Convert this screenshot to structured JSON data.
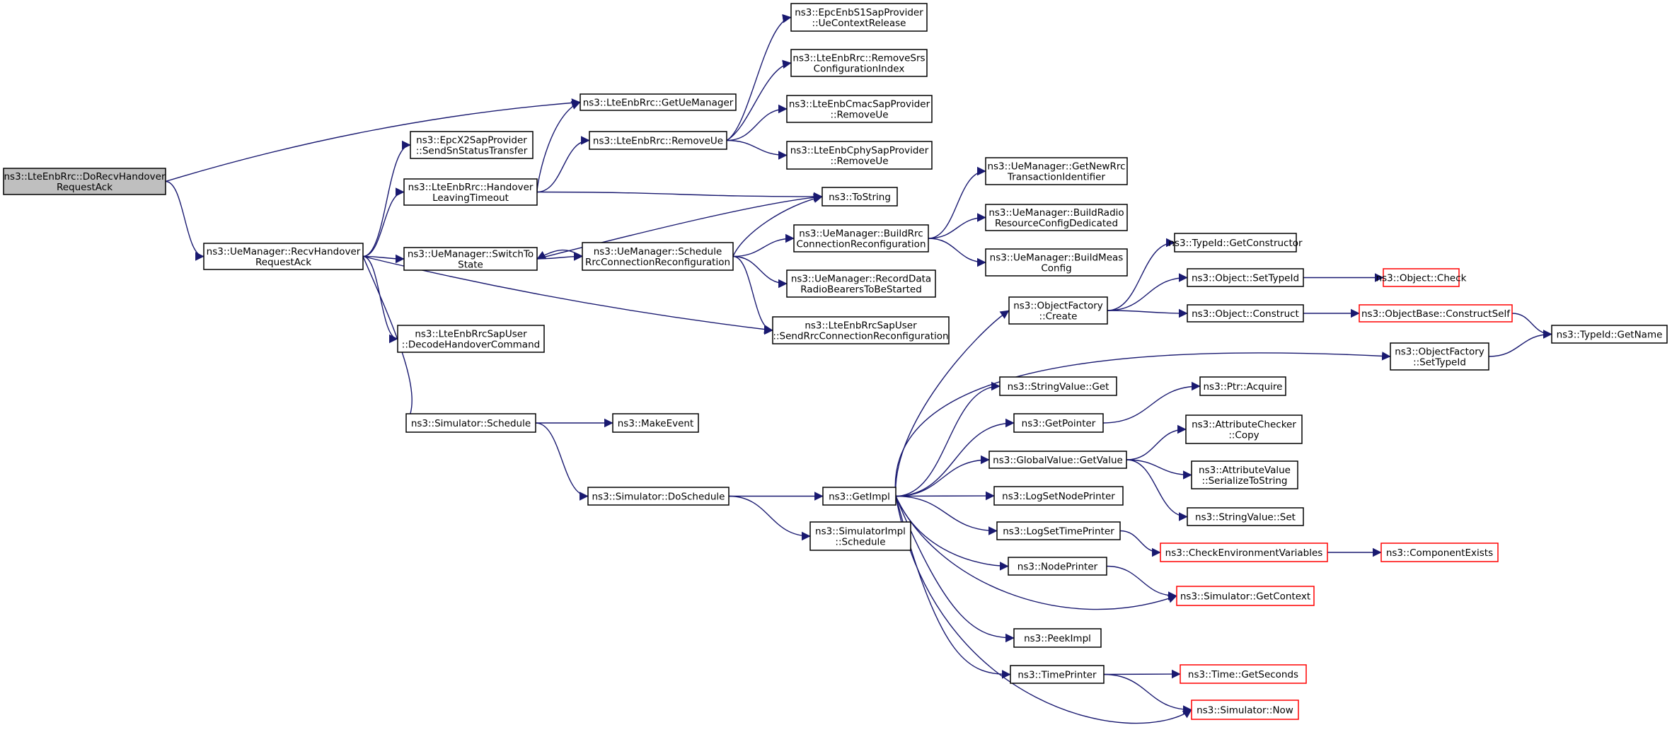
{
  "diagram": {
    "type": "call-graph",
    "colors": {
      "edge": "#191970",
      "root_fill": "#bfbfbf",
      "node_fill": "#ffffff",
      "node_border": "#000000",
      "truncated_border": "#ff0000"
    },
    "nodes": [
      {
        "id": "root",
        "lines": [
          "ns3::LteEnbRrc::DoRecvHandover",
          "RequestAck"
        ],
        "root": true
      },
      {
        "id": "recvHandover",
        "lines": [
          "ns3::UeManager::RecvHandover",
          "RequestAck"
        ]
      },
      {
        "id": "getUeManager",
        "lines": [
          "ns3::LteEnbRrc::GetUeManager"
        ]
      },
      {
        "id": "sendSn",
        "lines": [
          "ns3::EpcX2SapProvider",
          "::SendSnStatusTransfer"
        ]
      },
      {
        "id": "handoverLeaving",
        "lines": [
          "ns3::LteEnbRrc::Handover",
          "LeavingTimeout"
        ]
      },
      {
        "id": "switchToState",
        "lines": [
          "ns3::UeManager::SwitchTo",
          "State"
        ]
      },
      {
        "id": "decodeHandover",
        "lines": [
          "ns3::LteEnbRrcSapUser",
          "::DecodeHandoverCommand"
        ]
      },
      {
        "id": "simSchedule",
        "lines": [
          "ns3::Simulator::Schedule"
        ]
      },
      {
        "id": "removeUe",
        "lines": [
          "ns3::LteEnbRrc::RemoveUe"
        ]
      },
      {
        "id": "ueCtxRelease",
        "lines": [
          "ns3::EpcEnbS1SapProvider",
          "::UeContextRelease"
        ]
      },
      {
        "id": "removeSrs",
        "lines": [
          "ns3::LteEnbRrc::RemoveSrs",
          "ConfigurationIndex"
        ]
      },
      {
        "id": "cmacRemove",
        "lines": [
          "ns3::LteEnbCmacSapProvider",
          "::RemoveUe"
        ]
      },
      {
        "id": "cphyRemove",
        "lines": [
          "ns3::LteEnbCphySapProvider",
          "::RemoveUe"
        ]
      },
      {
        "id": "toString",
        "lines": [
          "ns3::ToString"
        ]
      },
      {
        "id": "scheduleRrc",
        "lines": [
          "ns3::UeManager::Schedule",
          "RrcConnectionReconfiguration"
        ]
      },
      {
        "id": "buildRrc",
        "lines": [
          "ns3::UeManager::BuildRrc",
          "ConnectionReconfiguration"
        ]
      },
      {
        "id": "recordData",
        "lines": [
          "ns3::UeManager::RecordData",
          "RadioBearersToBeStarted"
        ]
      },
      {
        "id": "sendRrc",
        "lines": [
          "ns3::LteEnbRrcSapUser",
          "::SendRrcConnectionReconfiguration"
        ]
      },
      {
        "id": "getNewRrc",
        "lines": [
          "ns3::UeManager::GetNewRrc",
          "TransactionIdentifier"
        ]
      },
      {
        "id": "buildRadio",
        "lines": [
          "ns3::UeManager::BuildRadio",
          "ResourceConfigDedicated"
        ]
      },
      {
        "id": "buildMeas",
        "lines": [
          "ns3::UeManager::BuildMeas",
          "Config"
        ]
      },
      {
        "id": "makeEvent",
        "lines": [
          "ns3::MakeEvent"
        ]
      },
      {
        "id": "doSchedule",
        "lines": [
          "ns3::Simulator::DoSchedule"
        ]
      },
      {
        "id": "getImpl",
        "lines": [
          "ns3::GetImpl"
        ]
      },
      {
        "id": "simImplSchedule",
        "lines": [
          "ns3::SimulatorImpl",
          "::Schedule"
        ]
      },
      {
        "id": "objFactoryCreate",
        "lines": [
          "ns3::ObjectFactory",
          "::Create"
        ]
      },
      {
        "id": "stringValueGet",
        "lines": [
          "ns3::StringValue::Get"
        ]
      },
      {
        "id": "getPointer",
        "lines": [
          "ns3::GetPointer"
        ]
      },
      {
        "id": "globalGetValue",
        "lines": [
          "ns3::GlobalValue::GetValue"
        ]
      },
      {
        "id": "logSetNode",
        "lines": [
          "ns3::LogSetNodePrinter"
        ]
      },
      {
        "id": "logSetTime",
        "lines": [
          "ns3::LogSetTimePrinter"
        ]
      },
      {
        "id": "nodePrinter",
        "lines": [
          "ns3::NodePrinter"
        ]
      },
      {
        "id": "peekImpl",
        "lines": [
          "ns3::PeekImpl"
        ]
      },
      {
        "id": "timePrinter",
        "lines": [
          "ns3::TimePrinter"
        ]
      },
      {
        "id": "getConstructor",
        "lines": [
          "ns3::TypeId::GetConstructor"
        ]
      },
      {
        "id": "objSetTypeId",
        "lines": [
          "ns3::Object::SetTypeId"
        ]
      },
      {
        "id": "objConstruct",
        "lines": [
          "ns3::Object::Construct"
        ]
      },
      {
        "id": "objFactorySetTypeId",
        "lines": [
          "ns3::ObjectFactory",
          "::SetTypeId"
        ]
      },
      {
        "id": "ptrAcquire",
        "lines": [
          "ns3::Ptr::Acquire"
        ]
      },
      {
        "id": "attrCheckerCopy",
        "lines": [
          "ns3::AttributeChecker",
          "::Copy"
        ]
      },
      {
        "id": "attrValueSerialize",
        "lines": [
          "ns3::AttributeValue",
          "::SerializeToString"
        ]
      },
      {
        "id": "stringValueSet",
        "lines": [
          "ns3::StringValue::Set"
        ]
      },
      {
        "id": "checkEnv",
        "lines": [
          "ns3::CheckEnvironmentVariables"
        ],
        "truncated": true
      },
      {
        "id": "simGetContext",
        "lines": [
          "ns3::Simulator::GetContext"
        ],
        "truncated": true
      },
      {
        "id": "timeGetSeconds",
        "lines": [
          "ns3::Time::GetSeconds"
        ],
        "truncated": true
      },
      {
        "id": "simNow",
        "lines": [
          "ns3::Simulator::Now"
        ],
        "truncated": true
      },
      {
        "id": "objCheck",
        "lines": [
          "ns3::Object::Check"
        ],
        "truncated": true
      },
      {
        "id": "objBaseConstructSelf",
        "lines": [
          "ns3::ObjectBase::ConstructSelf"
        ],
        "truncated": true
      },
      {
        "id": "typeIdGetName",
        "lines": [
          "ns3::TypeId::GetName"
        ]
      },
      {
        "id": "componentExists",
        "lines": [
          "ns3::ComponentExists"
        ],
        "truncated": true
      }
    ],
    "edges": [
      [
        "root",
        "getUeManager"
      ],
      [
        "root",
        "recvHandover"
      ],
      [
        "recvHandover",
        "sendSn"
      ],
      [
        "recvHandover",
        "handoverLeaving"
      ],
      [
        "recvHandover",
        "switchToState"
      ],
      [
        "recvHandover",
        "decodeHandover"
      ],
      [
        "recvHandover",
        "simSchedule"
      ],
      [
        "recvHandover",
        "sendRrc"
      ],
      [
        "handoverLeaving",
        "getUeManager"
      ],
      [
        "handoverLeaving",
        "removeUe"
      ],
      [
        "handoverLeaving",
        "toString"
      ],
      [
        "removeUe",
        "ueCtxRelease"
      ],
      [
        "removeUe",
        "removeSrs"
      ],
      [
        "removeUe",
        "cmacRemove"
      ],
      [
        "removeUe",
        "cphyRemove"
      ],
      [
        "switchToState",
        "toString"
      ],
      [
        "switchToState",
        "scheduleRrc"
      ],
      [
        "scheduleRrc",
        "switchToState"
      ],
      [
        "scheduleRrc",
        "toString"
      ],
      [
        "scheduleRrc",
        "buildRrc"
      ],
      [
        "scheduleRrc",
        "recordData"
      ],
      [
        "scheduleRrc",
        "sendRrc"
      ],
      [
        "buildRrc",
        "getNewRrc"
      ],
      [
        "buildRrc",
        "buildRadio"
      ],
      [
        "buildRrc",
        "buildMeas"
      ],
      [
        "simSchedule",
        "makeEvent"
      ],
      [
        "simSchedule",
        "doSchedule"
      ],
      [
        "doSchedule",
        "getImpl"
      ],
      [
        "doSchedule",
        "simImplSchedule"
      ],
      [
        "getImpl",
        "objFactoryCreate"
      ],
      [
        "getImpl",
        "objFactorySetTypeId"
      ],
      [
        "getImpl",
        "stringValueGet"
      ],
      [
        "getImpl",
        "getPointer"
      ],
      [
        "getImpl",
        "globalGetValue"
      ],
      [
        "getImpl",
        "logSetNode"
      ],
      [
        "getImpl",
        "logSetTime"
      ],
      [
        "getImpl",
        "nodePrinter"
      ],
      [
        "getImpl",
        "peekImpl"
      ],
      [
        "getImpl",
        "timePrinter"
      ],
      [
        "getImpl",
        "simGetContext"
      ],
      [
        "getImpl",
        "simNow"
      ],
      [
        "objFactoryCreate",
        "getConstructor"
      ],
      [
        "objFactoryCreate",
        "objSetTypeId"
      ],
      [
        "objFactoryCreate",
        "objConstruct"
      ],
      [
        "objSetTypeId",
        "objCheck"
      ],
      [
        "objConstruct",
        "objBaseConstructSelf"
      ],
      [
        "objBaseConstructSelf",
        "typeIdGetName"
      ],
      [
        "objFactorySetTypeId",
        "typeIdGetName"
      ],
      [
        "getPointer",
        "ptrAcquire"
      ],
      [
        "globalGetValue",
        "attrCheckerCopy"
      ],
      [
        "globalGetValue",
        "attrValueSerialize"
      ],
      [
        "globalGetValue",
        "stringValueSet"
      ],
      [
        "logSetTime",
        "checkEnv"
      ],
      [
        "checkEnv",
        "componentExists"
      ],
      [
        "nodePrinter",
        "simGetContext"
      ],
      [
        "timePrinter",
        "timeGetSeconds"
      ],
      [
        "timePrinter",
        "simNow"
      ]
    ]
  }
}
